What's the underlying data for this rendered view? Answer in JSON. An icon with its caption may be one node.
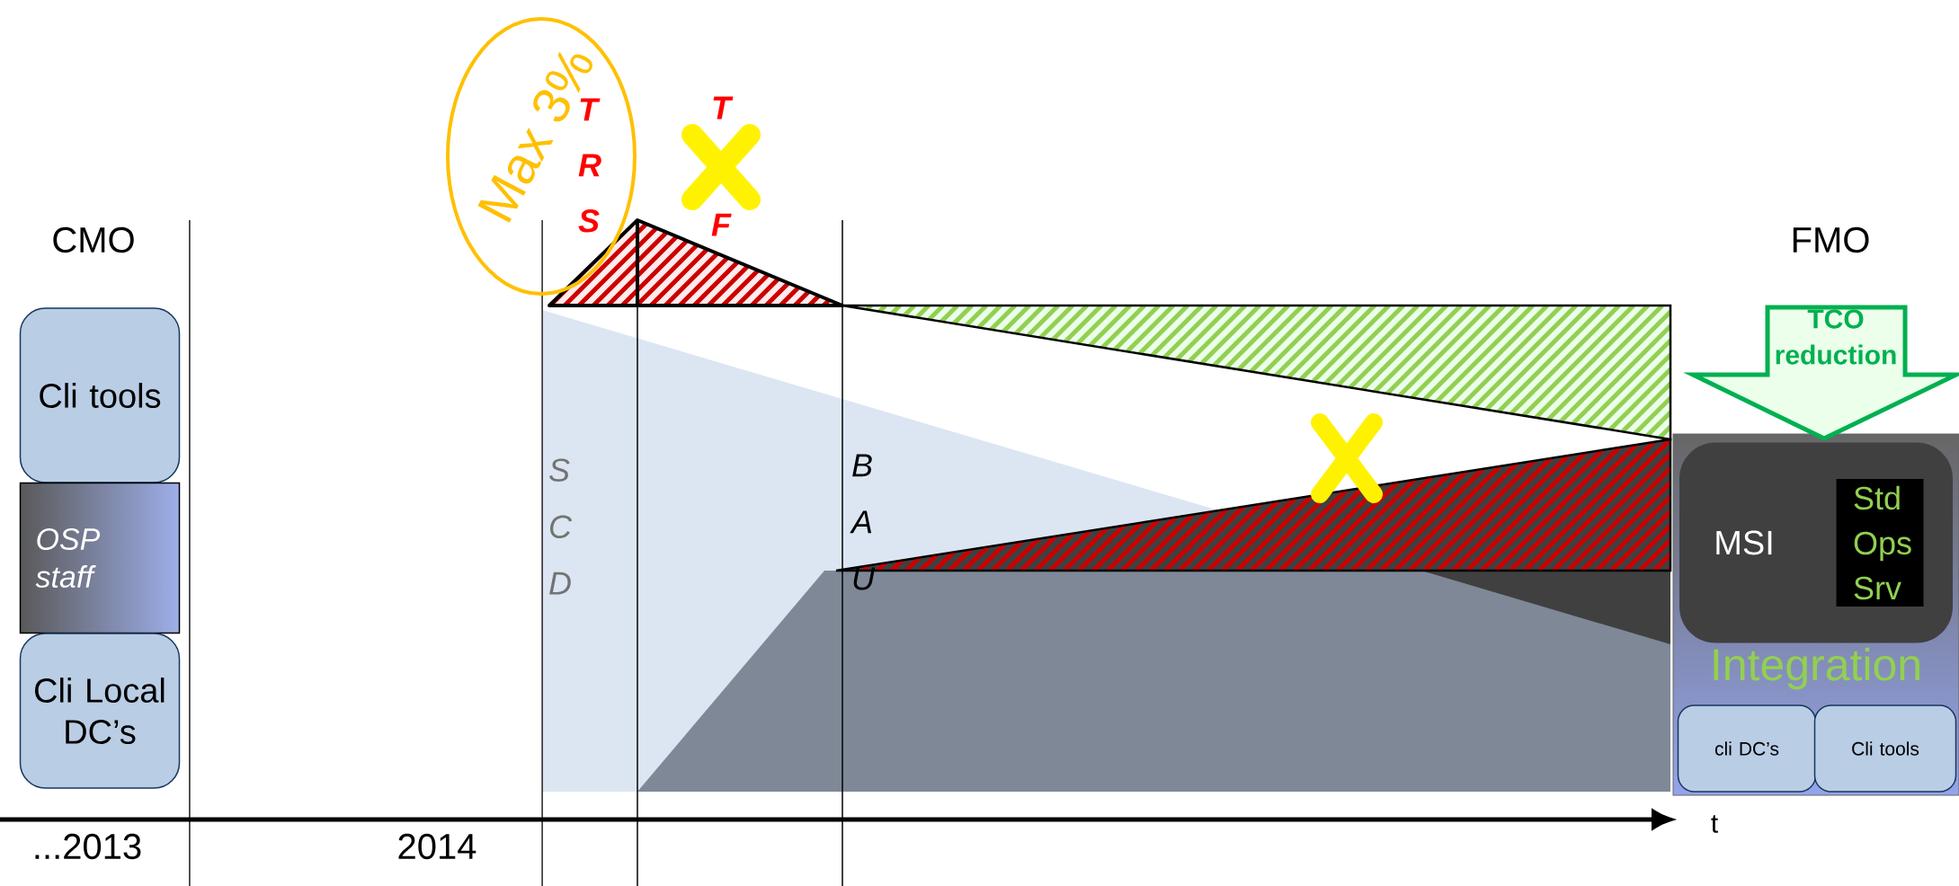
{
  "diagram": {
    "nodes": [
      {
        "text": [
          "Cli tools"
        ]
      },
      {
        "text": [
          "OSP staff"
        ]
      },
      {
        "text": [
          "Cli Local DC’s"
        ]
      },
      {
        "text": [
          "Integration"
        ]
      },
      {
        "text": [
          "MSI"
        ],
        "in": 3
      },
      {
        "text": [
          "Std Ops Srv"
        ],
        "in": 4
      },
      {
        "text": [
          "cli DC’s"
        ],
        "in": 3
      },
      {
        "text": [
          "Cli tools"
        ],
        "in": 3
      },
      {
        "text": [
          "TCO reduction"
        ]
      }
    ],
    "labels": [
      "CMO",
      "FMO",
      "Max 3%",
      "T R S",
      "T",
      "F",
      "S C D",
      "B A U",
      "...2013",
      "2014",
      "t"
    ]
  }
}
